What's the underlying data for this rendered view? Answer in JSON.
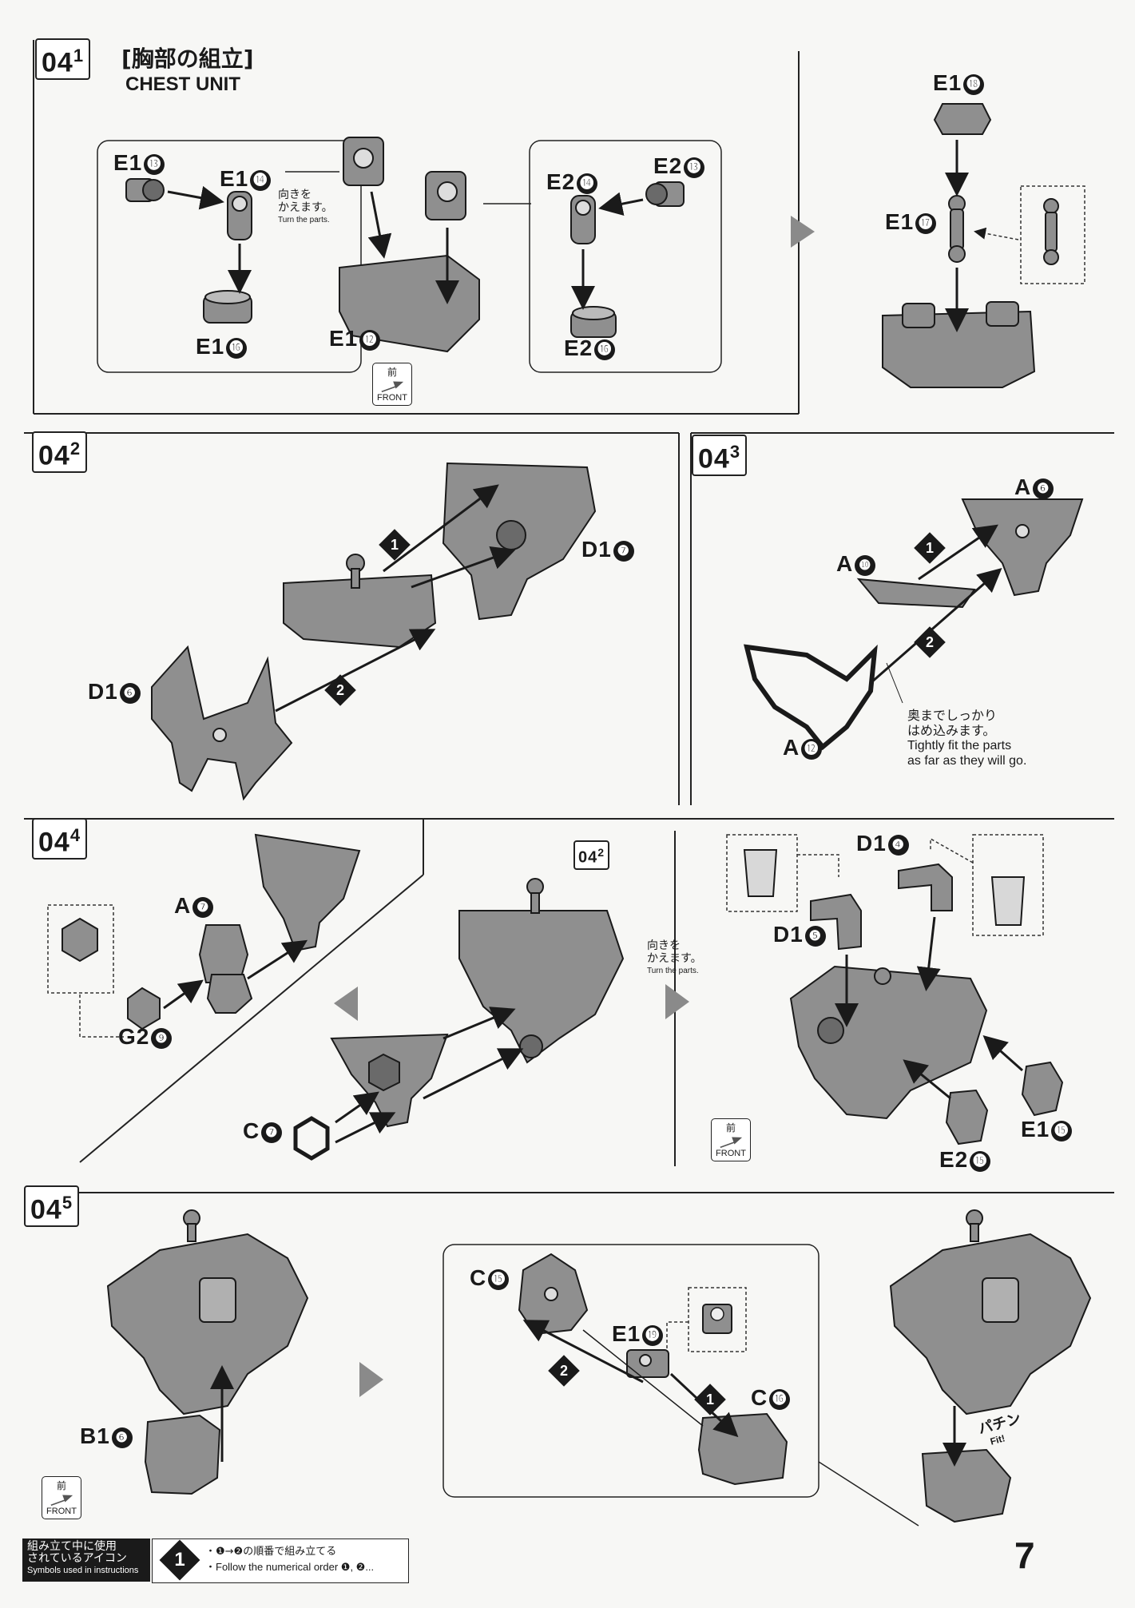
{
  "page_number": "7",
  "steps": {
    "s041": {
      "tag_main": "04",
      "tag_sub": "1",
      "title_jp": "[胸部の組立]",
      "title_en": "CHEST UNIT",
      "note_jp": "向きを\nかえます。",
      "note_en": "Turn the parts."
    },
    "s042": {
      "tag_main": "04",
      "tag_sub": "2"
    },
    "s043": {
      "tag_main": "04",
      "tag_sub": "3",
      "note_jp1": "奥までしっかり",
      "note_jp2": "はめ込みます。",
      "note_en1": "Tightly fit the parts",
      "note_en2": "as far as they will go."
    },
    "s044": {
      "tag_main": "04",
      "tag_sub": "4",
      "ref_main": "04",
      "ref_sub": "2",
      "note_jp": "向きを\nかえます。",
      "note_en": "Turn the parts."
    },
    "s045": {
      "tag_main": "04",
      "tag_sub": "5",
      "fit_jp": "パチン",
      "fit_en": "Fit!"
    }
  },
  "parts": {
    "e1_13": {
      "p": "E1",
      "n": "⓭"
    },
    "e1_14": {
      "p": "E1",
      "n": "⓮"
    },
    "e1_16": {
      "p": "E1",
      "n": "⓰"
    },
    "e1_12": {
      "p": "E1",
      "n": "⓬"
    },
    "e2_13": {
      "p": "E2",
      "n": "⓭"
    },
    "e2_14": {
      "p": "E2",
      "n": "⓮"
    },
    "e2_16": {
      "p": "E2",
      "n": "⓰"
    },
    "e1_18": {
      "p": "E1",
      "n": "⓲"
    },
    "e1_17": {
      "p": "E1",
      "n": "⓱"
    },
    "d1_7": {
      "p": "D1",
      "n": "❼"
    },
    "d1_6": {
      "p": "D1",
      "n": "❻"
    },
    "a6": {
      "p": "A",
      "n": "❻"
    },
    "a10": {
      "p": "A",
      "n": "❿"
    },
    "a12": {
      "p": "A",
      "n": "⓬"
    },
    "a7": {
      "p": "A",
      "n": "❼"
    },
    "g2_9": {
      "p": "G2",
      "n": "❾"
    },
    "c7": {
      "p": "C",
      "n": "❼"
    },
    "d1_4": {
      "p": "D1",
      "n": "❹"
    },
    "d1_5": {
      "p": "D1",
      "n": "❺"
    },
    "e1_15": {
      "p": "E1",
      "n": "⓯"
    },
    "e2_15": {
      "p": "E2",
      "n": "⓯"
    },
    "b1_6": {
      "p": "B1",
      "n": "❻"
    },
    "c15": {
      "p": "C",
      "n": "⓯"
    },
    "e1_19": {
      "p": "E1",
      "n": "⓳"
    },
    "c16": {
      "p": "C",
      "n": "⓰"
    }
  },
  "front": {
    "jp": "前",
    "en": "FRONT"
  },
  "order": {
    "one": "1",
    "two": "2"
  },
  "footer": {
    "box_jp1": "組み立て中に使用",
    "box_jp2": "されているアイコン",
    "box_en": "Symbols used in instructions",
    "icon": "1",
    "legend_jp": "・❶→❷の順番で組み立てる",
    "legend_en": "・Follow the numerical order ❶, ❷..."
  },
  "colors": {
    "ink": "#1a1a1a",
    "part": "#8f8f8f",
    "part_dark": "#5e5e5e",
    "paper": "#f7f7f5"
  }
}
